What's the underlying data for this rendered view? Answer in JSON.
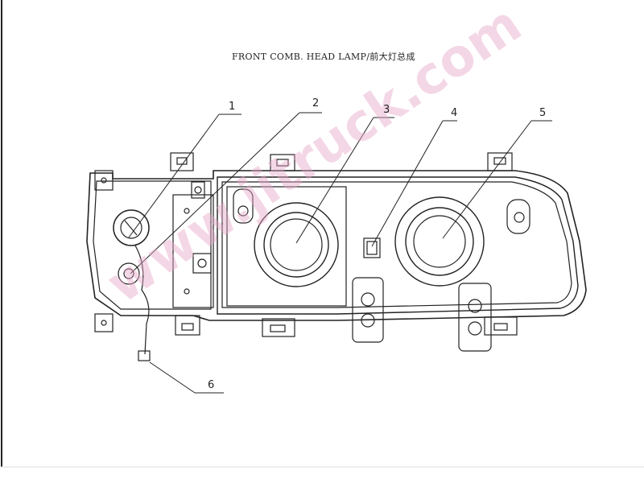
{
  "title": "FRONT COMB. HEAD LAMP/前大灯总成",
  "callouts": [
    {
      "number": "1"
    },
    {
      "number": "2"
    },
    {
      "number": "3"
    },
    {
      "number": "4"
    },
    {
      "number": "5"
    },
    {
      "number": "6"
    }
  ],
  "watermark": "www.jitruck.com",
  "colors": {
    "line": "#222222",
    "watermark": "#e8a8c8"
  }
}
